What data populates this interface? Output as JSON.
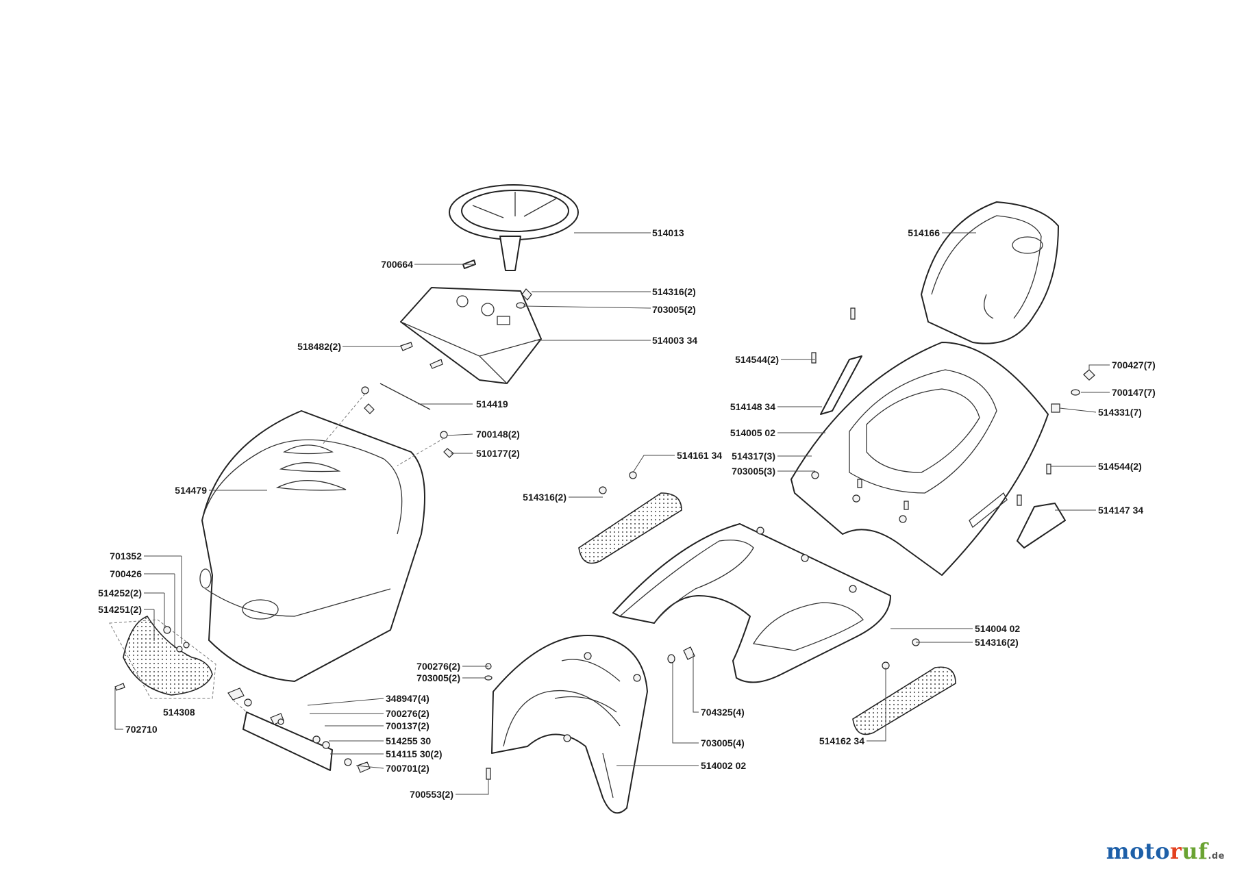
{
  "brand": {
    "part1": "moto",
    "part2": "r",
    "part3": "uf",
    "tld": ".de",
    "colors": {
      "blue": "#1d5fa8",
      "red": "#e3401f",
      "green": "#6aa332"
    }
  },
  "callouts": [
    {
      "id": "514013",
      "text": "514013"
    },
    {
      "id": "700664",
      "text": "700664"
    },
    {
      "id": "514316-2-a",
      "text": "514316(2)"
    },
    {
      "id": "703005-2-a",
      "text": "703005(2)"
    },
    {
      "id": "518482-2",
      "text": "518482(2)"
    },
    {
      "id": "514003-34",
      "text": "514003 34"
    },
    {
      "id": "514419",
      "text": "514419"
    },
    {
      "id": "700148-2",
      "text": "700148(2)"
    },
    {
      "id": "510177-2",
      "text": "510177(2)"
    },
    {
      "id": "514479",
      "text": "514479"
    },
    {
      "id": "701352",
      "text": "701352"
    },
    {
      "id": "700426",
      "text": "700426"
    },
    {
      "id": "514252-2",
      "text": "514252(2)"
    },
    {
      "id": "514251-2",
      "text": "514251(2)"
    },
    {
      "id": "514308",
      "text": "514308"
    },
    {
      "id": "702710",
      "text": "702710"
    },
    {
      "id": "514166",
      "text": "514166"
    },
    {
      "id": "514544-2-a",
      "text": "514544(2)"
    },
    {
      "id": "514148-34",
      "text": "514148 34"
    },
    {
      "id": "514005-02",
      "text": "514005 02"
    },
    {
      "id": "514317-3",
      "text": "514317(3)"
    },
    {
      "id": "703005-3",
      "text": "703005(3)"
    },
    {
      "id": "700427-7",
      "text": "700427(7)"
    },
    {
      "id": "700147-7",
      "text": "700147(7)"
    },
    {
      "id": "514331-7",
      "text": "514331(7)"
    },
    {
      "id": "514544-2-b",
      "text": "514544(2)"
    },
    {
      "id": "514147-34",
      "text": "514147 34"
    },
    {
      "id": "514161-34",
      "text": "514161 34"
    },
    {
      "id": "514316-2-b",
      "text": "514316(2)"
    },
    {
      "id": "514004-02",
      "text": "514004 02"
    },
    {
      "id": "514316-2-c",
      "text": "514316(2)"
    },
    {
      "id": "514162-34",
      "text": "514162 34"
    },
    {
      "id": "700276-2-a",
      "text": "700276(2)"
    },
    {
      "id": "703005-2-b",
      "text": "703005(2)"
    },
    {
      "id": "704325-4",
      "text": "704325(4)"
    },
    {
      "id": "703005-4",
      "text": "703005(4)"
    },
    {
      "id": "514002-02",
      "text": "514002 02"
    },
    {
      "id": "700553-2",
      "text": "700553(2)"
    },
    {
      "id": "348947-4",
      "text": "348947(4)"
    },
    {
      "id": "700276-2-b",
      "text": "700276(2)"
    },
    {
      "id": "700137-2",
      "text": "700137(2)"
    },
    {
      "id": "514255-30",
      "text": "514255 30"
    },
    {
      "id": "514115-30-2",
      "text": "514115 30(2)"
    },
    {
      "id": "700701-2",
      "text": "700701(2)"
    }
  ]
}
